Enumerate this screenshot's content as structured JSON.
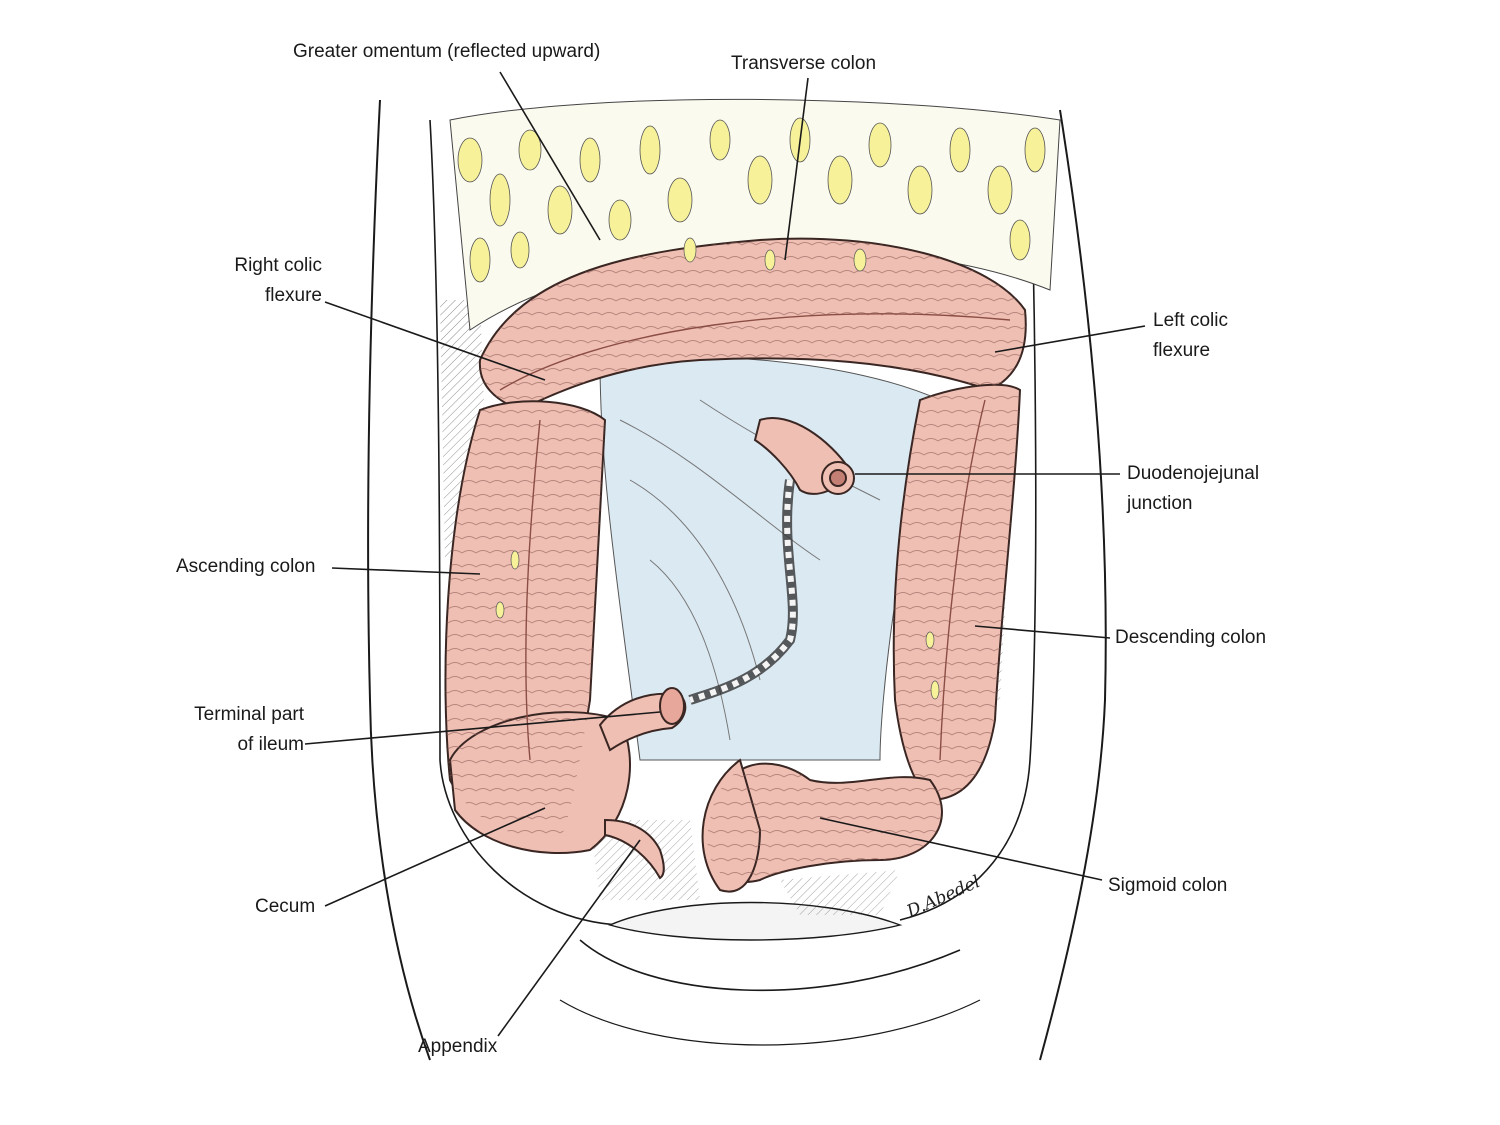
{
  "labels": {
    "greater_omentum": "Greater omentum (reflected upward)",
    "transverse_colon": "Transverse colon",
    "right_colic_flexure": [
      "Right colic",
      "flexure"
    ],
    "left_colic_flexure": [
      "Left colic",
      "flexure"
    ],
    "duodenojejunal_junction": [
      "Duodenojejunal",
      "junction"
    ],
    "ascending_colon": "Ascending colon",
    "descending_colon": "Descending colon",
    "terminal_ileum": [
      "Terminal part",
      "of ileum"
    ],
    "cecum": "Cecum",
    "sigmoid_colon": "Sigmoid colon",
    "appendix": "Appendix"
  },
  "signature": "D.Abedel",
  "colors": {
    "colon": "#efbfb4",
    "colon_outline": "#3a2622",
    "fat": "#f7f29a",
    "mesentery": "#dbe9f2",
    "leader_line": "#1a1a1a"
  }
}
